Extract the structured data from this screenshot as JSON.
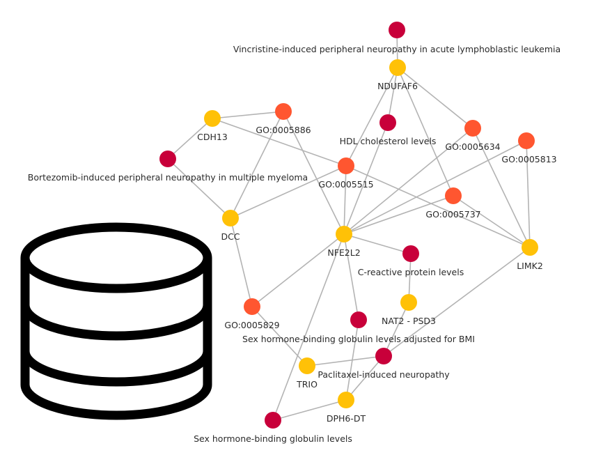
{
  "diagram": {
    "type": "network-graph",
    "legend_colors": {
      "gene": "#FFC107",
      "go_term": "#FF5630",
      "trait": "#C8003A"
    },
    "edge_color": "#b3b3b3",
    "nodes": [
      {
        "id": "vincristine",
        "label": "Vincristine-induced peripheral neuropathy in acute lymphoblastic leukemia",
        "type": "trait"
      },
      {
        "id": "ndufaf6",
        "label": "NDUFAF6",
        "type": "gene"
      },
      {
        "id": "cdh13",
        "label": "CDH13",
        "type": "gene"
      },
      {
        "id": "go5886",
        "label": "GO:0005886",
        "type": "go_term"
      },
      {
        "id": "hdl",
        "label": "HDL cholesterol levels",
        "type": "trait"
      },
      {
        "id": "go5634",
        "label": "GO:0005634",
        "type": "go_term"
      },
      {
        "id": "go5813",
        "label": "GO:0005813",
        "type": "go_term"
      },
      {
        "id": "bortezomib",
        "label": "Bortezomib-induced peripheral neuropathy in multiple myeloma",
        "type": "trait"
      },
      {
        "id": "go5515",
        "label": "GO:0005515",
        "type": "go_term"
      },
      {
        "id": "go5737",
        "label": "GO:0005737",
        "type": "go_term"
      },
      {
        "id": "dcc",
        "label": "DCC",
        "type": "gene"
      },
      {
        "id": "nfe2l2",
        "label": "NFE2L2",
        "type": "gene"
      },
      {
        "id": "limk2",
        "label": "LIMK2",
        "type": "gene"
      },
      {
        "id": "crp",
        "label": "C-reactive protein levels",
        "type": "trait"
      },
      {
        "id": "nat2",
        "label": "NAT2 -  PSD3",
        "type": "gene"
      },
      {
        "id": "go5829",
        "label": "GO:0005829",
        "type": "go_term"
      },
      {
        "id": "shbg_bmi",
        "label": "Sex hormone-binding globulin levels adjusted for  BMI",
        "type": "trait"
      },
      {
        "id": "paclitaxel",
        "label": "Paclitaxel-induced neuropathy",
        "type": "trait"
      },
      {
        "id": "trio",
        "label": "TRIO",
        "type": "gene"
      },
      {
        "id": "dph6",
        "label": "DPH6-DT",
        "type": "gene"
      },
      {
        "id": "shbg",
        "label": "Sex hormone-binding globulin levels",
        "type": "trait"
      }
    ],
    "edges": [
      [
        "vincristine",
        "ndufaf6"
      ],
      [
        "ndufaf6",
        "go5515"
      ],
      [
        "ndufaf6",
        "hdl"
      ],
      [
        "ndufaf6",
        "go5737"
      ],
      [
        "ndufaf6",
        "go5634"
      ],
      [
        "cdh13",
        "go5886"
      ],
      [
        "cdh13",
        "bortezomib"
      ],
      [
        "cdh13",
        "go5515"
      ],
      [
        "go5886",
        "dcc"
      ],
      [
        "go5886",
        "nfe2l2"
      ],
      [
        "bortezomib",
        "dcc"
      ],
      [
        "go5515",
        "dcc"
      ],
      [
        "go5515",
        "nfe2l2"
      ],
      [
        "go5515",
        "limk2"
      ],
      [
        "hdl",
        "nfe2l2"
      ],
      [
        "go5634",
        "nfe2l2"
      ],
      [
        "go5634",
        "limk2"
      ],
      [
        "go5813",
        "nfe2l2"
      ],
      [
        "go5813",
        "limk2"
      ],
      [
        "go5737",
        "nfe2l2"
      ],
      [
        "go5737",
        "limk2"
      ],
      [
        "dcc",
        "go5829"
      ],
      [
        "nfe2l2",
        "go5829"
      ],
      [
        "nfe2l2",
        "crp"
      ],
      [
        "nfe2l2",
        "shbg_bmi"
      ],
      [
        "nfe2l2",
        "shbg"
      ],
      [
        "crp",
        "nat2"
      ],
      [
        "nat2",
        "paclitaxel"
      ],
      [
        "limk2",
        "paclitaxel"
      ],
      [
        "go5829",
        "trio"
      ],
      [
        "trio",
        "paclitaxel"
      ],
      [
        "shbg_bmi",
        "dph6"
      ],
      [
        "paclitaxel",
        "dph6"
      ],
      [
        "dph6",
        "shbg"
      ]
    ]
  },
  "icons": {
    "database": "database-icon"
  }
}
